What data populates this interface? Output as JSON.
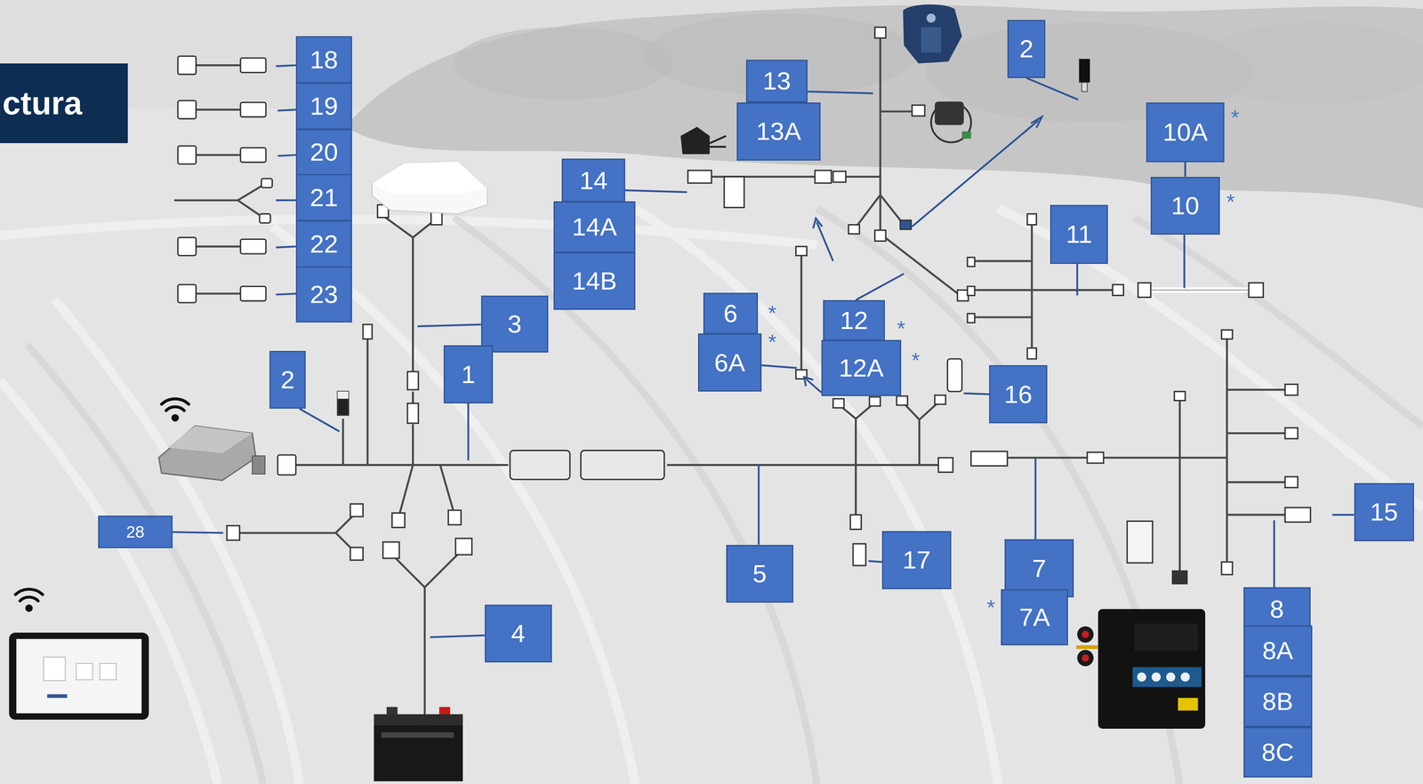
{
  "diagram": {
    "title": "ctura",
    "nodes": [
      {
        "text": [
          "18"
        ]
      },
      {
        "text": [
          "19"
        ]
      },
      {
        "text": [
          "20"
        ]
      },
      {
        "text": [
          "21"
        ]
      },
      {
        "text": [
          "22"
        ]
      },
      {
        "text": [
          "23"
        ]
      },
      {
        "text": [
          "2"
        ]
      },
      {
        "text": [
          "13"
        ]
      },
      {
        "text": [
          "13A"
        ]
      },
      {
        "text": [
          "10A"
        ]
      },
      {
        "text": [
          "14"
        ]
      },
      {
        "text": [
          "10"
        ]
      },
      {
        "text": [
          "14A"
        ]
      },
      {
        "text": [
          "11"
        ]
      },
      {
        "text": [
          "14B"
        ]
      },
      {
        "text": [
          "6"
        ]
      },
      {
        "text": [
          "3"
        ]
      },
      {
        "text": [
          "12"
        ]
      },
      {
        "text": [
          "6A"
        ]
      },
      {
        "text": [
          "12A"
        ]
      },
      {
        "text": [
          "1"
        ]
      },
      {
        "text": [
          "2"
        ]
      },
      {
        "text": [
          "16"
        ]
      },
      {
        "text": [
          "28"
        ]
      },
      {
        "text": [
          "15"
        ]
      },
      {
        "text": [
          "17"
        ]
      },
      {
        "text": [
          "7"
        ]
      },
      {
        "text": [
          "5"
        ]
      },
      {
        "text": [
          "7A"
        ]
      },
      {
        "text": [
          "8"
        ]
      },
      {
        "text": [
          "4"
        ]
      },
      {
        "text": [
          "8A"
        ]
      },
      {
        "text": [
          "8B"
        ]
      },
      {
        "text": [
          "8C"
        ]
      }
    ],
    "edges": [
      {
        "from": 9,
        "to": 11,
        "arrow": "none"
      }
    ],
    "labels": [
      "*",
      "*",
      "*",
      "*",
      "*",
      "*",
      "*"
    ]
  }
}
